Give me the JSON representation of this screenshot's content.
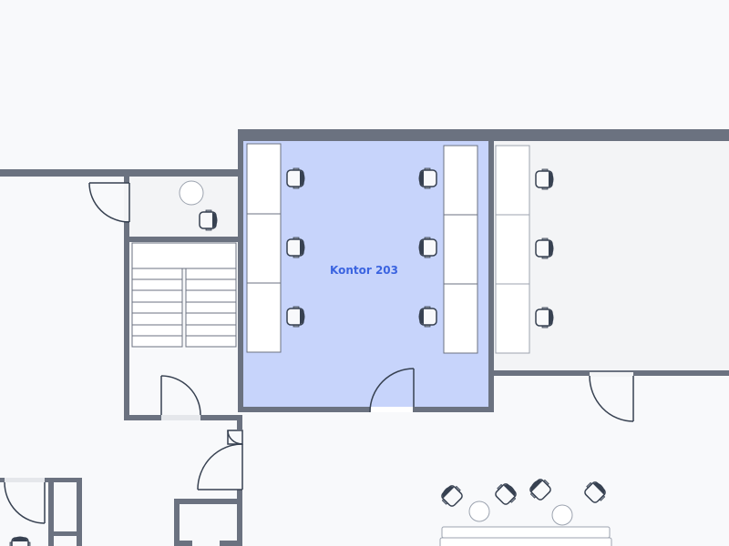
{
  "floorplan": {
    "colors": {
      "background": "#f8f9fb",
      "wall": "#6b7280",
      "selected_room_fill": "#c7d4fb",
      "room_fill": "#f3f4f6",
      "furniture_stroke": "#374151",
      "furniture_fill": "#ffffff",
      "label": "#3b64e0"
    },
    "selected_room": {
      "label": "Kontor 203",
      "desks": 6,
      "chairs": 6
    },
    "rooms": [
      {
        "id": "kontor-203",
        "label": "Kontor 203",
        "selected": true
      },
      {
        "id": "adjacent-office-east",
        "label": "",
        "selected": false
      },
      {
        "id": "small-room-west",
        "label": "",
        "selected": false
      },
      {
        "id": "stairwell",
        "label": "",
        "selected": false
      },
      {
        "id": "lounge-south",
        "label": "",
        "selected": false
      }
    ]
  }
}
